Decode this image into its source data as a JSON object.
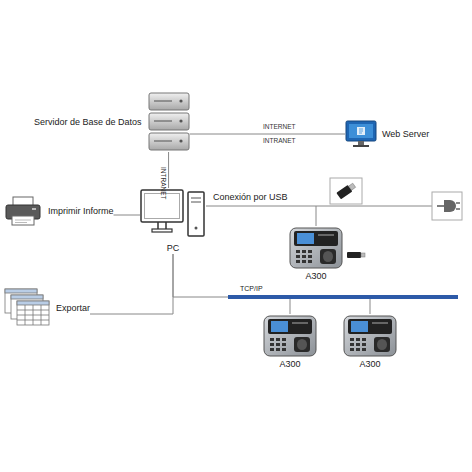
{
  "diagram": {
    "nodes": [
      {
        "text": [
          "Servidor de Base de Datos"
        ]
      },
      {
        "text": [
          "Web Server"
        ]
      },
      {
        "text": [
          "Imprimir Informe"
        ]
      },
      {
        "text": [
          "PC"
        ]
      },
      {
        "text": [
          "A300"
        ]
      },
      {
        "text": [
          "Exportar"
        ]
      },
      {
        "text": [
          "TCP/IP"
        ]
      },
      {
        "text": [
          "A300"
        ]
      },
      {
        "text": [
          "A300"
        ]
      }
    ],
    "edges": [
      {
        "from": 0,
        "to": 1,
        "arrow": "none",
        "label": "INTERNET"
      },
      {
        "from": 0,
        "to": 3,
        "arrow": "none",
        "label": "INTRANET"
      },
      {
        "from": 3,
        "to": 2,
        "arrow": "none"
      },
      {
        "from": 3,
        "to": 4,
        "arrow": "none",
        "label": "Conexión por USB"
      },
      {
        "from": 3,
        "to": 5,
        "arrow": "none"
      },
      {
        "from": 3,
        "to": 6,
        "arrow": "none"
      },
      {
        "from": 6,
        "to": 7,
        "arrow": "none"
      },
      {
        "from": 6,
        "to": 8,
        "arrow": "none"
      }
    ],
    "labels": [
      "INTRANET"
    ]
  }
}
